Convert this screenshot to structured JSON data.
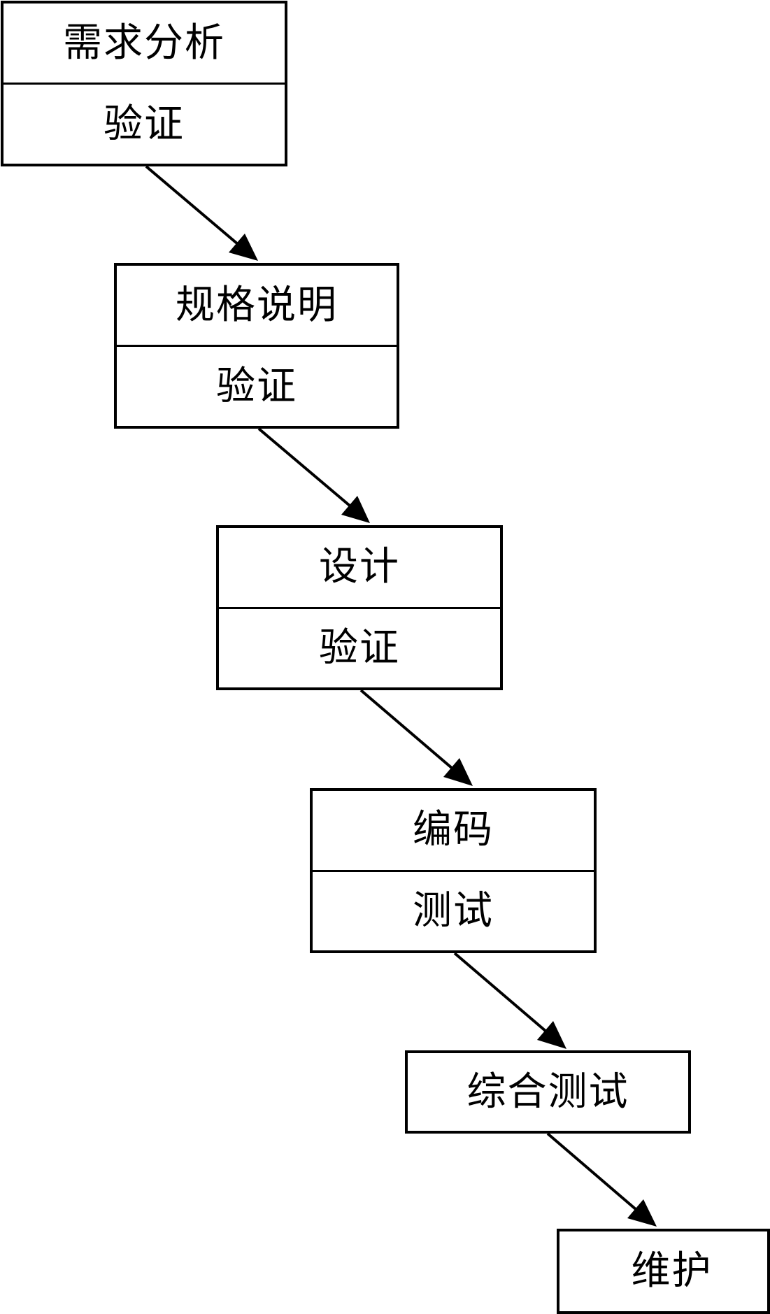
{
  "diagram": {
    "stages": [
      {
        "name": "需求分析",
        "check": "验证"
      },
      {
        "name": "规格说明",
        "check": "验证"
      },
      {
        "name": "设计",
        "check": "验证"
      },
      {
        "name": "编码",
        "check": "测试"
      },
      {
        "name": "综合测试"
      },
      {
        "name": "维护"
      }
    ],
    "connections": [
      {
        "from": 0,
        "to": 1
      },
      {
        "from": 1,
        "to": 2
      },
      {
        "from": 2,
        "to": 3
      },
      {
        "from": 3,
        "to": 4
      },
      {
        "from": 4,
        "to": 5
      }
    ],
    "colors": {
      "stroke": "#000000",
      "background": "#ffffff"
    }
  }
}
